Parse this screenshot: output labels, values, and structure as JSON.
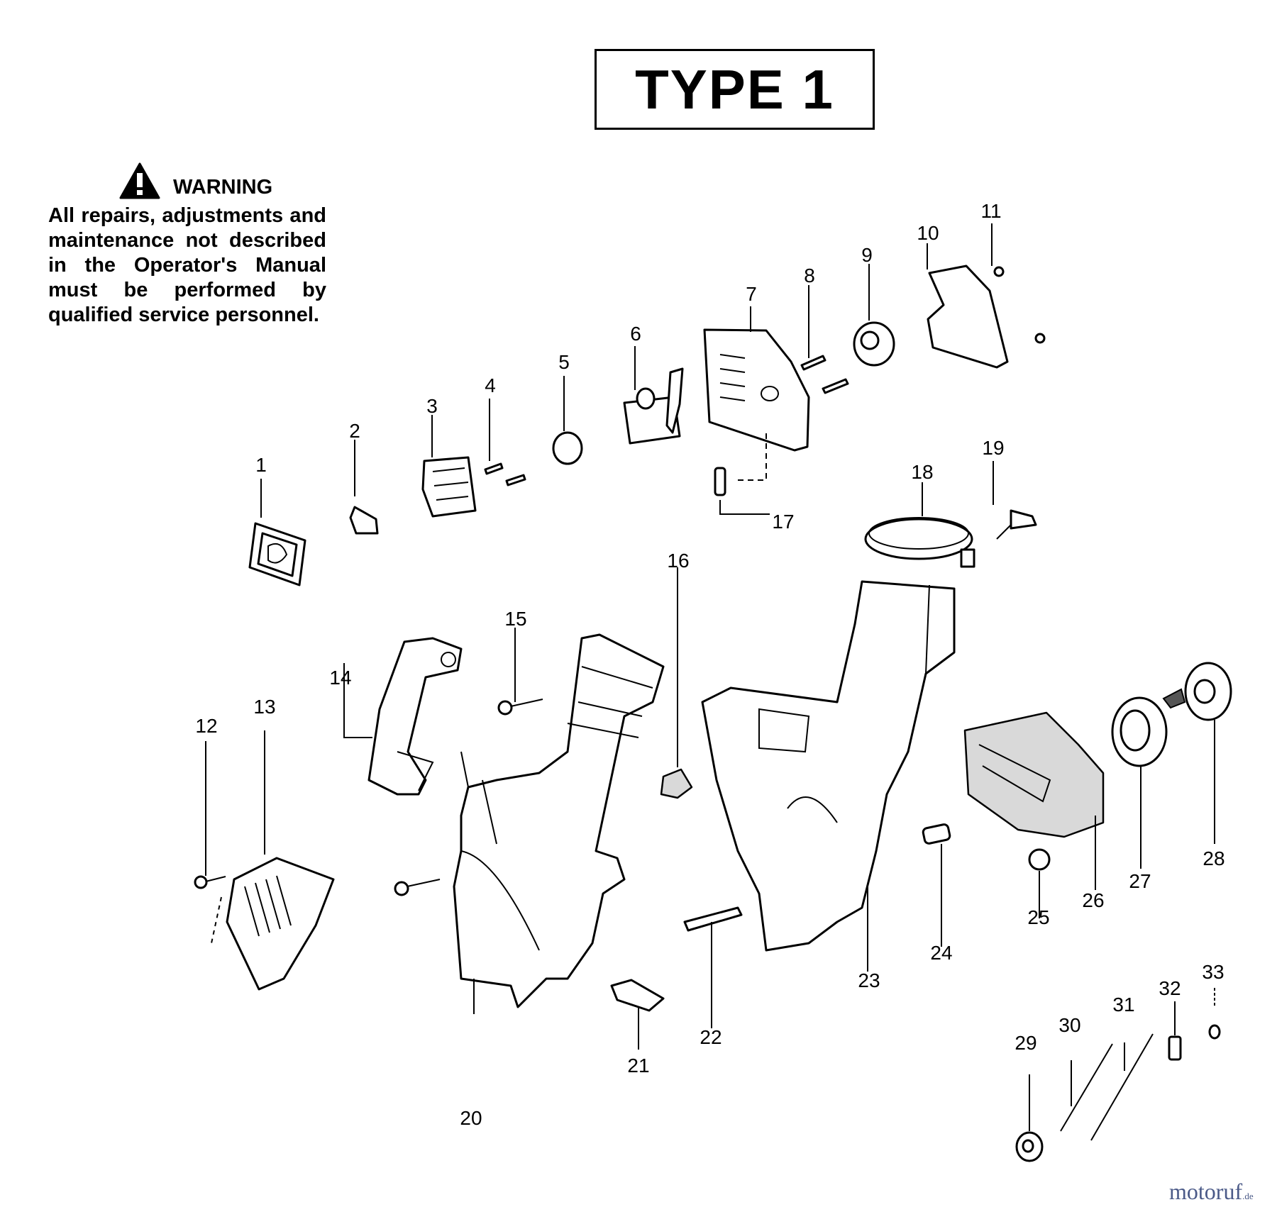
{
  "header": {
    "title": "TYPE 1"
  },
  "warning": {
    "icon": "warning-triangle-icon",
    "title": "WARNING",
    "text": "All repairs, adjustments and maintenance not described in the Operator's Manual must be performed by qualified service personnel."
  },
  "diagram": {
    "callouts": [
      "1",
      "2",
      "3",
      "4",
      "5",
      "6",
      "7",
      "8",
      "9",
      "10",
      "11",
      "12",
      "13",
      "14",
      "15",
      "16",
      "17",
      "18",
      "19",
      "20",
      "21",
      "22",
      "23",
      "24",
      "25",
      "26",
      "27",
      "28",
      "29",
      "30",
      "31",
      "32",
      "33"
    ]
  },
  "watermark": {
    "text": "motoruf",
    "suffix": ".de"
  }
}
